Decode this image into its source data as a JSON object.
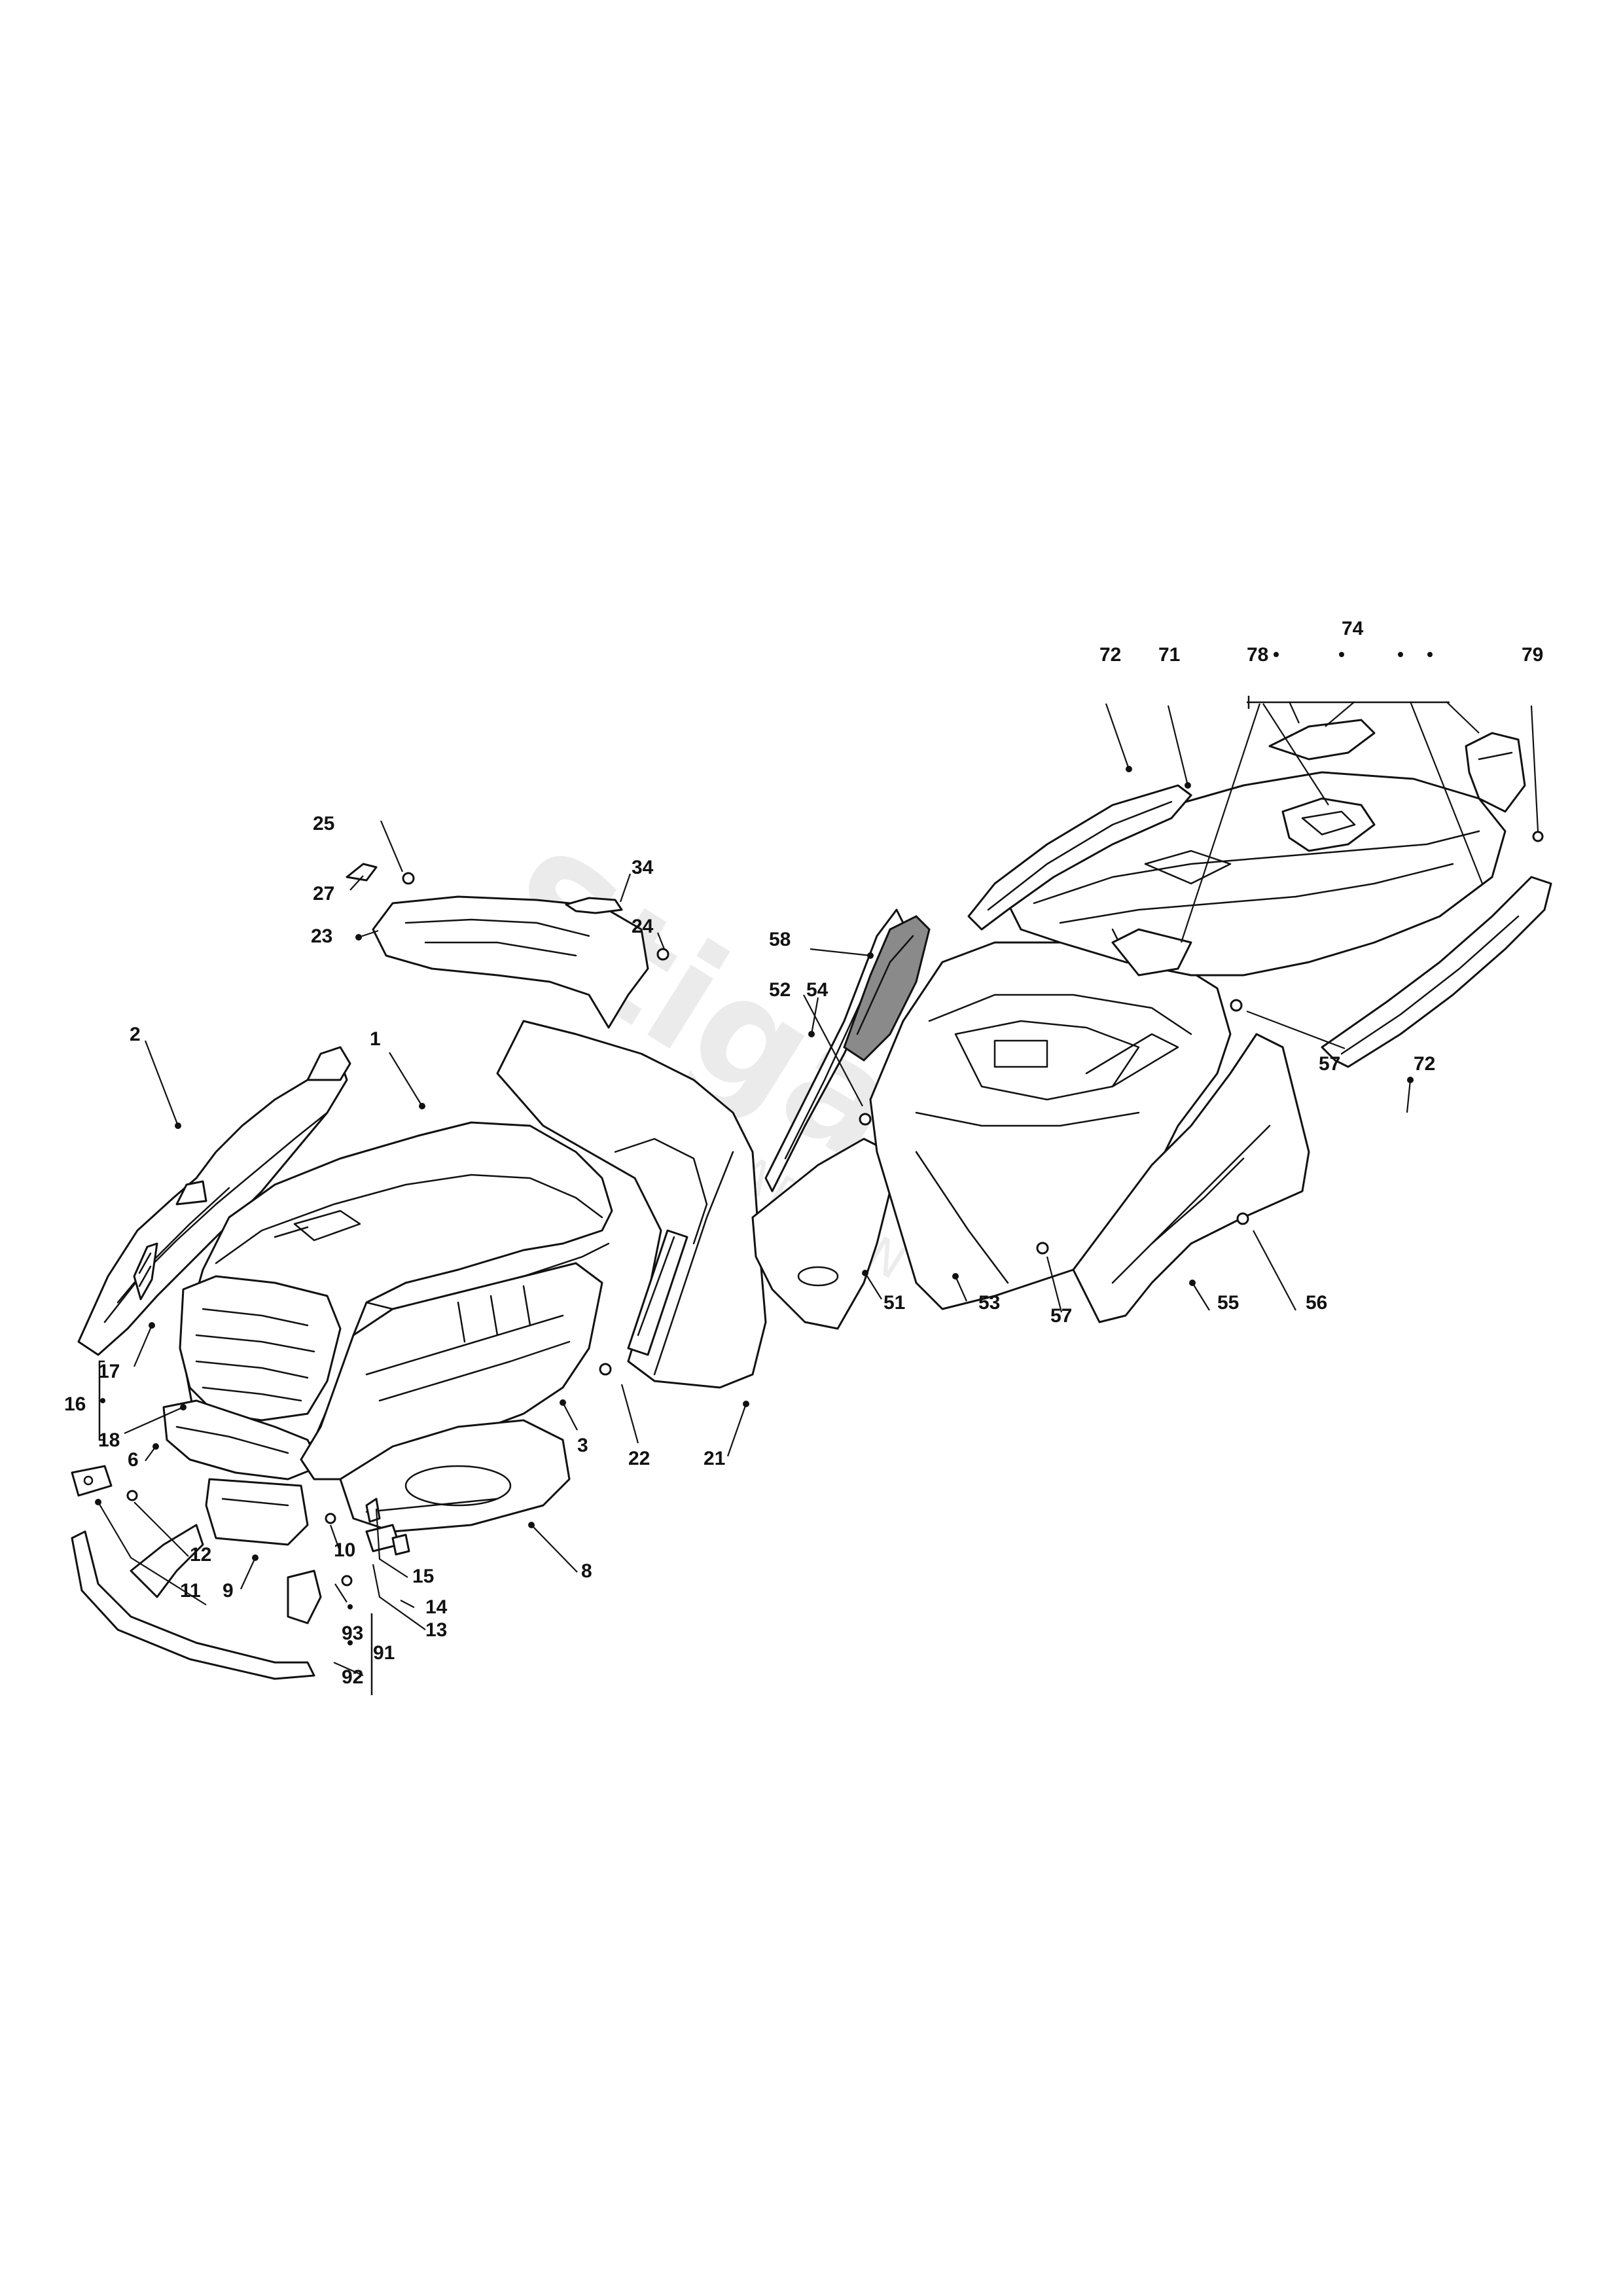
{
  "callouts": [
    "1",
    "2",
    "3",
    "6",
    "8",
    "9",
    "10",
    "11",
    "12",
    "13",
    "14",
    "15",
    "16",
    "17",
    "18",
    "21",
    "22",
    "23",
    "24",
    "25",
    "27",
    "34",
    "51",
    "52",
    "53",
    "54",
    "55",
    "56",
    "57",
    "57",
    "58",
    "71",
    "72",
    "72",
    "74",
    "78",
    "79",
    "91",
    "92",
    "93"
  ],
  "watermark": {
    "brand": "Stiga",
    "sub": "GARDEN"
  }
}
